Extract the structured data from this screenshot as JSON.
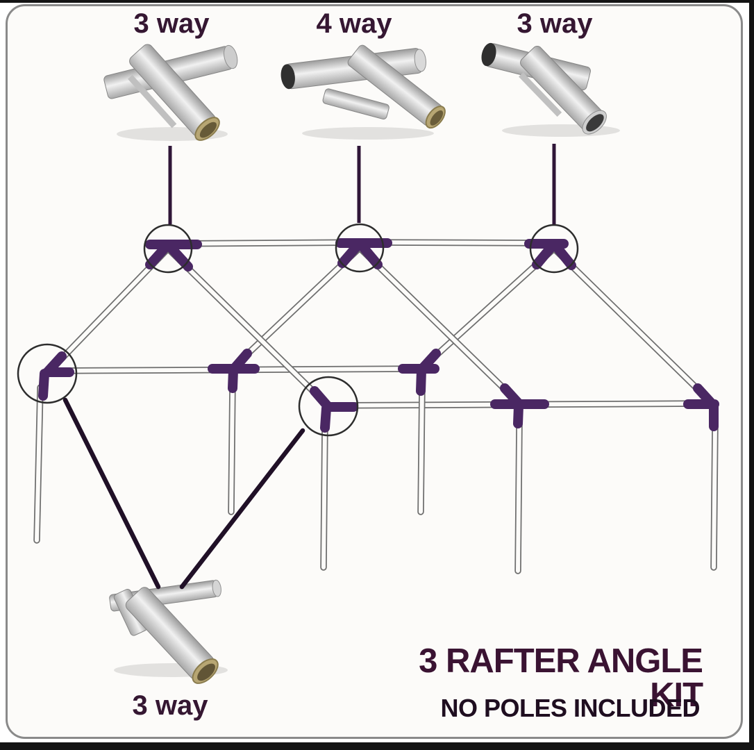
{
  "product": {
    "title": "3 RAFTER ANGLE KIT",
    "subtitle": "NO POLES INCLUDED"
  },
  "connector_labels": {
    "top_left": "3 way",
    "top_center": "4 way",
    "top_right": "3 way",
    "bottom": "3 way"
  },
  "colors": {
    "accent_purple": "#4a2763",
    "leader_dark": "#2f1638",
    "vline_dark": "#201027",
    "title_color": "#3a1332",
    "subtitle_color": "#1f0e20",
    "label_color": "#351732",
    "circle_stroke": "#2d2d2d",
    "pole_outline": "#6e6e6e",
    "pole_fill": "#fcfbf9",
    "card_border": "#8a8a8a",
    "edge_black": "#141414",
    "metal_silver": "#c9c9c9",
    "brass": "#b7a673"
  }
}
